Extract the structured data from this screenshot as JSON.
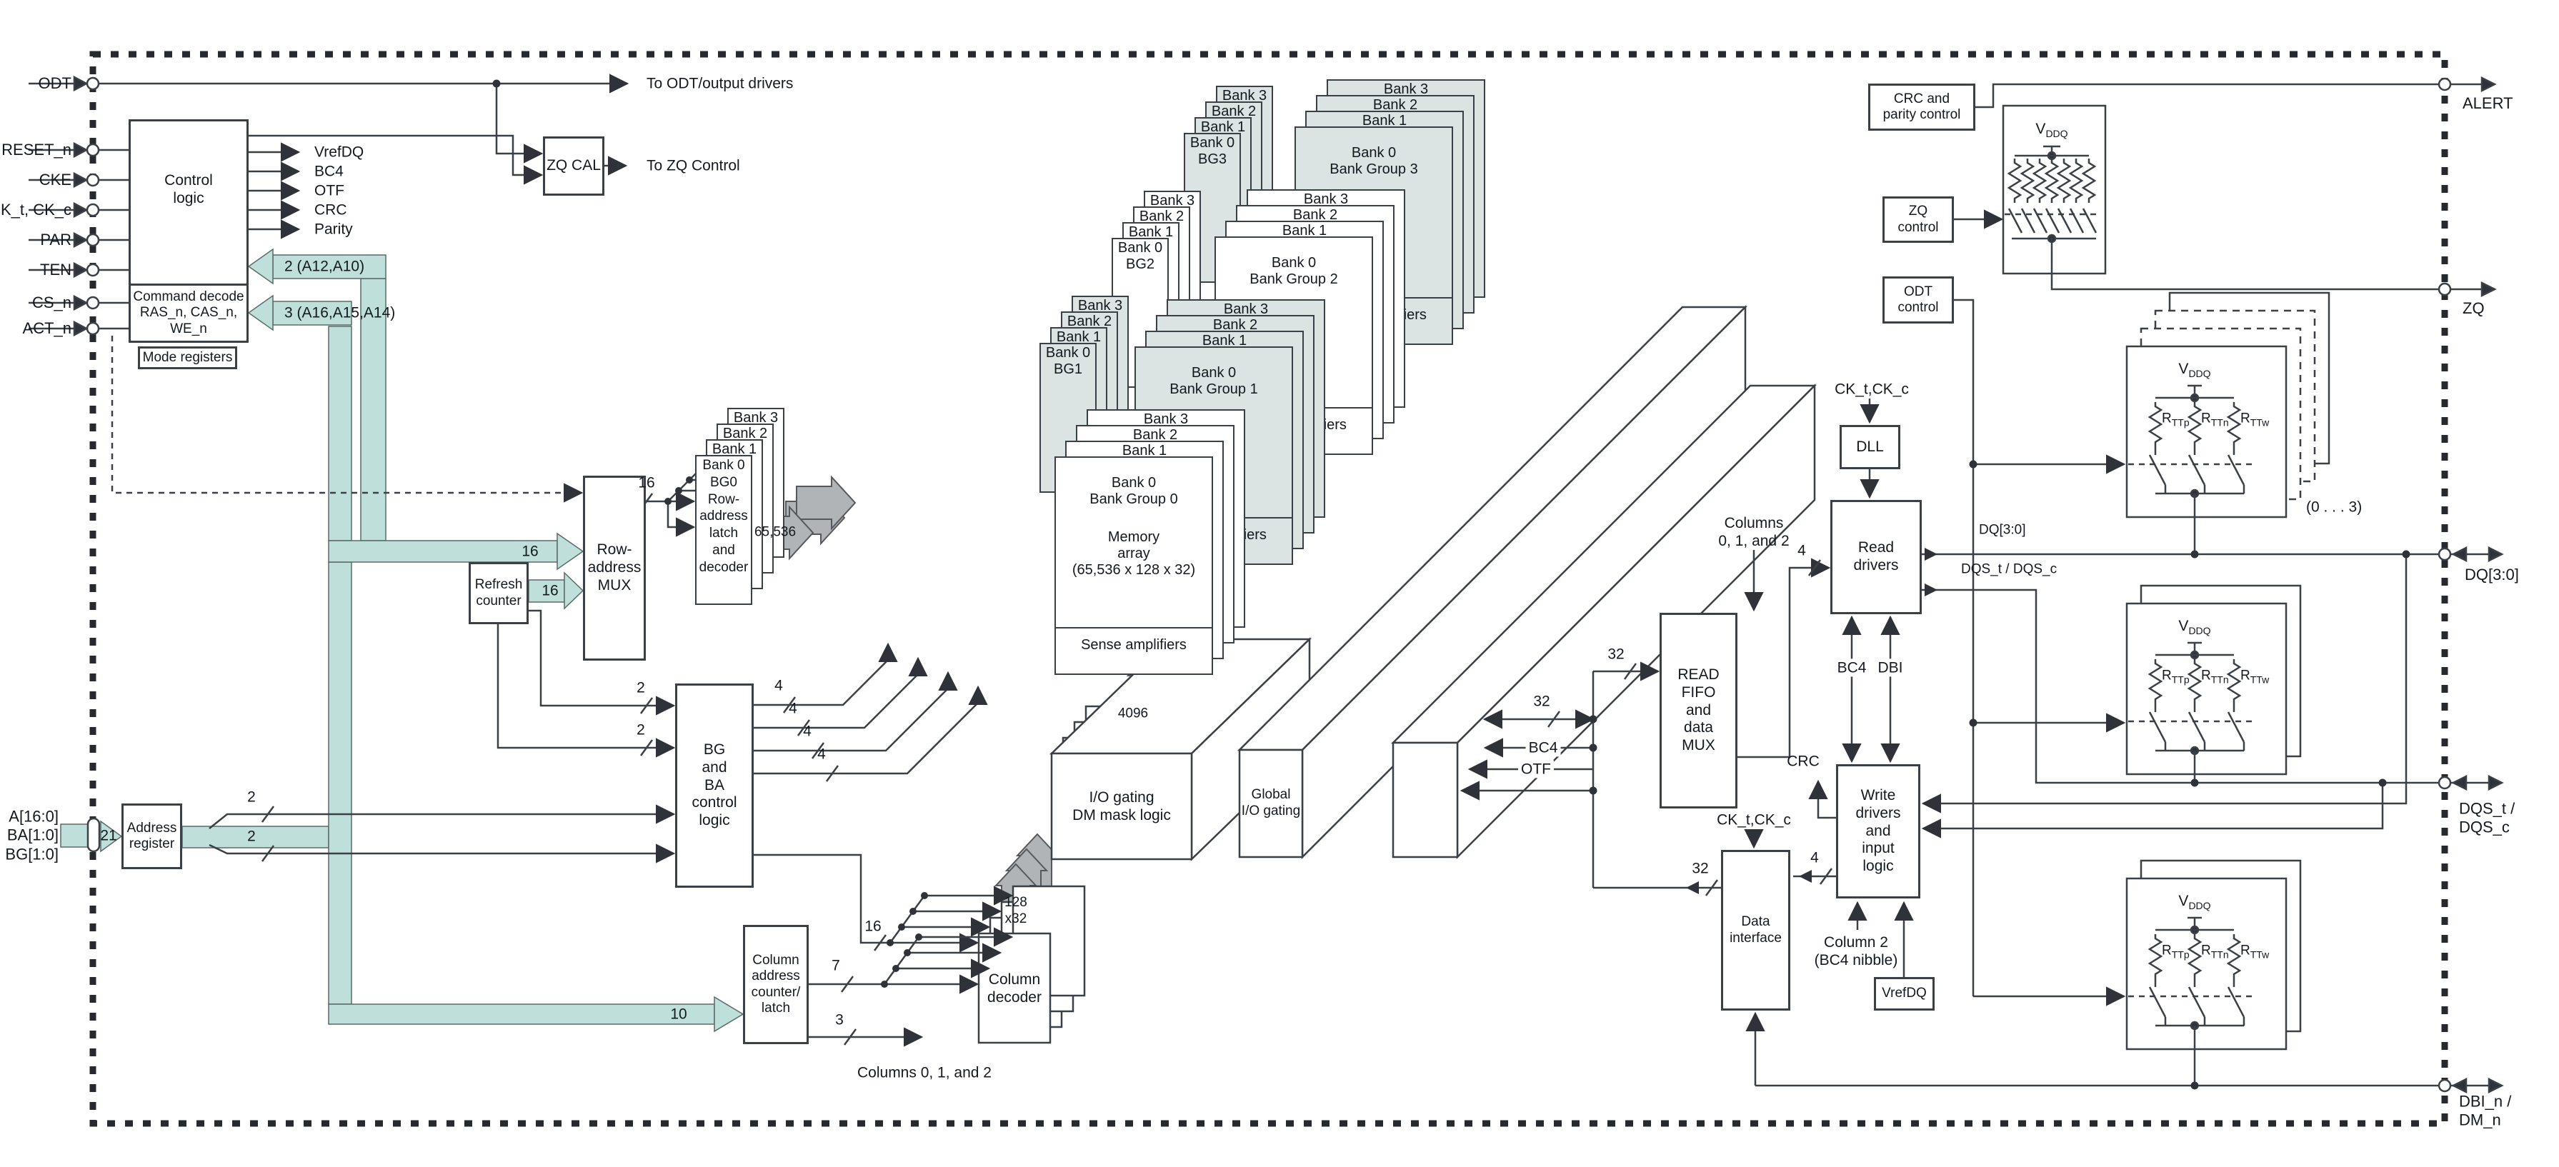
{
  "diagram": {
    "pins_left": [
      {
        "label": "ODT"
      },
      {
        "label": "RESET_n"
      },
      {
        "label": "CKE"
      },
      {
        "label": "CK_t, CK_c"
      },
      {
        "label": "PAR"
      },
      {
        "label": "TEN"
      },
      {
        "label": "CS_n"
      },
      {
        "label": "ACT_n"
      }
    ],
    "abus": {
      "label": "A[16:0]\nBA[1:0]\nBG[1:0]"
    },
    "pins_right": [
      {
        "label": "ALERT"
      },
      {
        "label": "ZQ"
      },
      {
        "label": "DQ[3:0]"
      },
      {
        "label": "DQS_t /\nDQS_c"
      },
      {
        "label": "DBI_n /\nDM_n"
      }
    ],
    "boxes": {
      "control_logic": "Control\nlogic",
      "command_decode": "Command decode\nRAS_n, CAS_n, WE_n",
      "mode_registers": "Mode registers",
      "zq_cal": "ZQ CAL",
      "address_register": "Address\nregister",
      "refresh_counter": "Refresh\ncounter",
      "row_address_mux": "Row-\naddress\nMUX",
      "bg_ba_control": "BG\nand\nBA\ncontrol\nlogic",
      "column_counter": "Column\naddress\ncounter/\nlatch",
      "column_decoder": "Column\ndecoder",
      "io_gating": "I/O gating\nDM mask logic",
      "global_io": "Global\nI/O gating",
      "read_fifo": "READ\nFIFO\nand\ndata\nMUX",
      "dll": "DLL",
      "read_drivers": "Read\ndrivers",
      "write_drivers": "Write\ndrivers\nand\ninput\nlogic",
      "data_interface": "Data\ninterface",
      "vrefdq": "VrefDQ",
      "crc_parity": "CRC and\nparity control",
      "zq_control": "ZQ\ncontrol",
      "odt_control": "ODT\ncontrol"
    },
    "stacks": {
      "banks": [
        "Bank 0",
        "Bank 1",
        "Bank 2",
        "Bank 3"
      ],
      "latch0": "Bank 0\nBG0\nRow-\naddress\nlatch\nand\ndecoder",
      "latch1": "Bank 0\nBG1",
      "latch2": "Bank 0\nBG2",
      "latch3": "Bank 0\nBG3",
      "group0": "Bank 0\nBank Group 0",
      "group1": "Bank 0\nBank Group 1",
      "group2": "Bank 0\nBank Group 2",
      "group3": "Bank 0\nBank Group 3",
      "memory": "Memory\narray\n(65,536  x 128 x 32)",
      "sense": "Sense amplifiers"
    },
    "ann": {
      "to_odt": "To ODT/output drivers",
      "to_zq": "To ZQ Control",
      "vrefdq": "VrefDQ",
      "bc4": "BC4",
      "otf": "OTF",
      "crc": "CRC",
      "parity": "Parity",
      "fb2": "2 (A12,A10)",
      "fb3": "3 (A16,A15,A14)",
      "ck": "CK_t,CK_c",
      "dbi": "DBI",
      "col2": "Column 2\n(BC4 nibble)",
      "cols012": "Columns 0, 1, and 2",
      "cols012b": "Columns\n0, 1, and 2",
      "range": "(0 . . . 3)",
      "dq_wire": "DQ[3:0]",
      "dqs_wire": "DQS_t / DQS_c"
    },
    "bus": {
      "n2": "2",
      "n3": "3",
      "n4": "4",
      "n7": "7",
      "n10": "10",
      "n16": "16",
      "n21": "21",
      "n32": "32",
      "n65536": "65,536",
      "n4096": "4096",
      "n128": "128\nx32"
    },
    "sym": {
      "vddq_base": "V",
      "vddq_sub": "DDQ",
      "rttp_base": "R",
      "rttp_sub": "TTp",
      "rttn_base": "R",
      "rttn_sub": "TTn",
      "rttw_base": "R",
      "rttw_sub": "TTw"
    },
    "colors": {
      "teal": "#bfe0da",
      "stack_gray": "#dce3e3",
      "arrow_gray": "#b0b4b6",
      "line": "#3b4046"
    }
  }
}
